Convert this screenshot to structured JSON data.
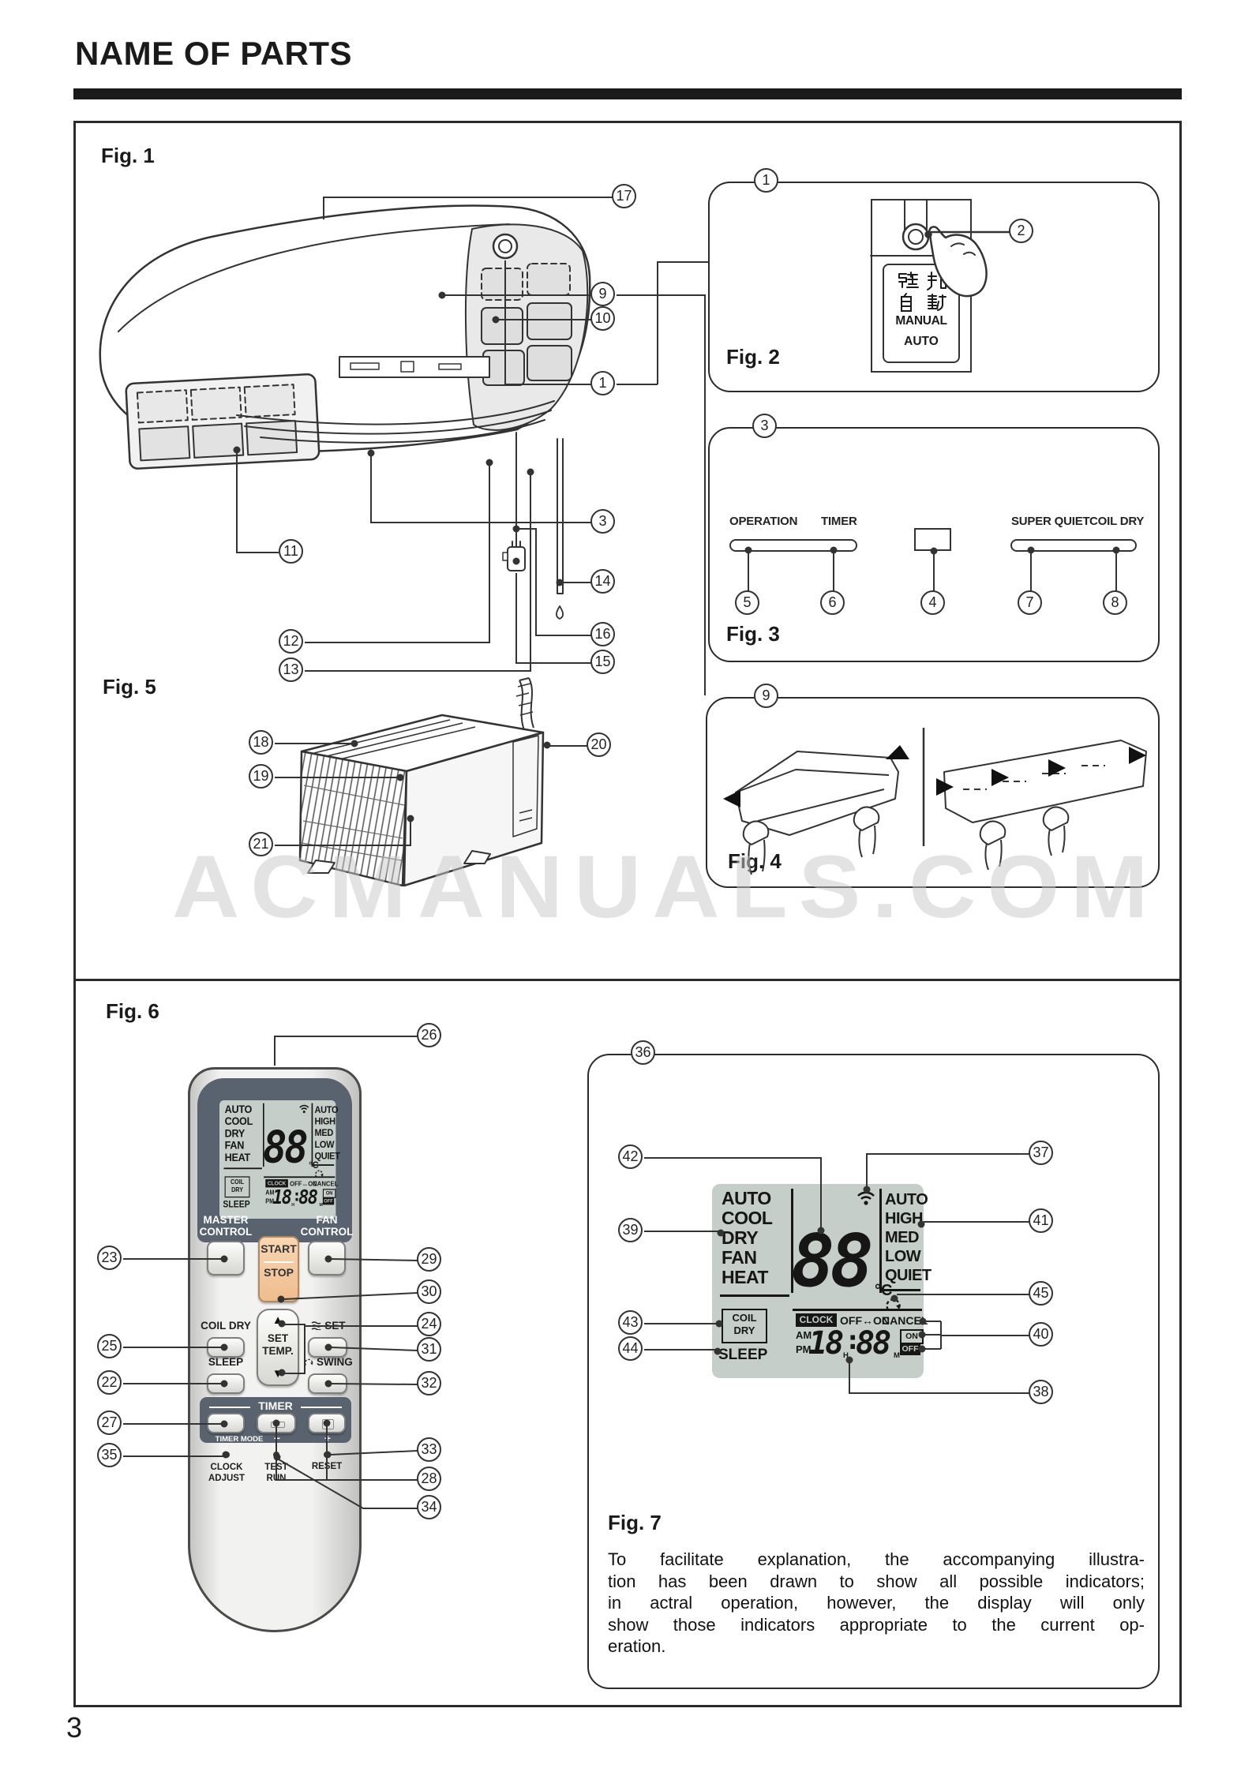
{
  "page": {
    "title": "NAME OF PARTS",
    "page_number": "3",
    "watermark": "ACMANUALS.COM"
  },
  "figures": {
    "fig1": {
      "label": "Fig. 1"
    },
    "fig2": {
      "label": "Fig. 2",
      "kanji_line1": "強 制",
      "kanji_line2": "自 動",
      "manual": "MANUAL",
      "auto": "AUTO"
    },
    "fig3": {
      "label": "Fig. 3",
      "operation": "OPERATION",
      "timer": "TIMER",
      "super_quiet": "SUPER QUIET",
      "coil_dry": "COIL DRY"
    },
    "fig4": {
      "label": "Fig. 4"
    },
    "fig5": {
      "label": "Fig. 5"
    },
    "fig6": {
      "label": "Fig. 6"
    },
    "fig7": {
      "label": "Fig. 7",
      "note": [
        "To facilitate explanation, the accompanying illustra-",
        "tion has been drawn to show all possible indicators;",
        "in actral operation, however, the display will only",
        "show those indicators appropriate to the current op-",
        "eration."
      ]
    }
  },
  "lcd": {
    "modes": [
      "AUTO",
      "COOL",
      "DRY",
      "FAN",
      "HEAT"
    ],
    "fan_speeds": [
      "AUTO",
      "HIGH",
      "MED",
      "LOW",
      "QUIET"
    ],
    "coil": "COIL",
    "dry": "DRY",
    "sleep": "SLEEP",
    "clock": "CLOCK",
    "off_on": "OFF↔ON",
    "cancel": "CANCEL",
    "am": "AM",
    "pm": "PM",
    "hours": "18",
    "colon": ":",
    "minutes": "88",
    "hour_mark": "H",
    "minute_mark": "M",
    "temp": "88",
    "celsius": "°C",
    "on": "ON",
    "off": "OFF"
  },
  "remote": {
    "master1": "MASTER",
    "master2": "CONTROL",
    "fan1": "FAN",
    "fan2": "CONTROL",
    "start": "START",
    "stop": "STOP",
    "set1": "SET",
    "set2": "TEMP.",
    "coil_dry": "COIL DRY",
    "set_label": "SET",
    "sleep": "SLEEP",
    "swing": "SWING",
    "timer": "TIMER",
    "timer_mode": "TIMER MODE",
    "minus": "−",
    "plus": "+",
    "clock1": "CLOCK",
    "clock2": "ADJUST",
    "test1": "TEST",
    "test2": "RUN",
    "reset": "RESET"
  },
  "callouts": {
    "c1": "1",
    "c2": "2",
    "c3": "3",
    "c4": "4",
    "c5": "5",
    "c6": "6",
    "c7": "7",
    "c8": "8",
    "c9": "9",
    "c10": "10",
    "c11": "11",
    "c12": "12",
    "c13": "13",
    "c14": "14",
    "c15": "15",
    "c16": "16",
    "c17": "17",
    "c18": "18",
    "c19": "19",
    "c20": "20",
    "c21": "21",
    "c22": "22",
    "c23": "23",
    "c24": "24",
    "c25": "25",
    "c26": "26",
    "c27": "27",
    "c28": "28",
    "c29": "29",
    "c30": "30",
    "c31": "31",
    "c32": "32",
    "c33": "33",
    "c34": "34",
    "c35": "35",
    "c36": "36",
    "c37": "37",
    "c38": "38",
    "c39": "39",
    "c40": "40",
    "c41": "41",
    "c42": "42",
    "c43": "43",
    "c44": "44",
    "c45": "45"
  }
}
